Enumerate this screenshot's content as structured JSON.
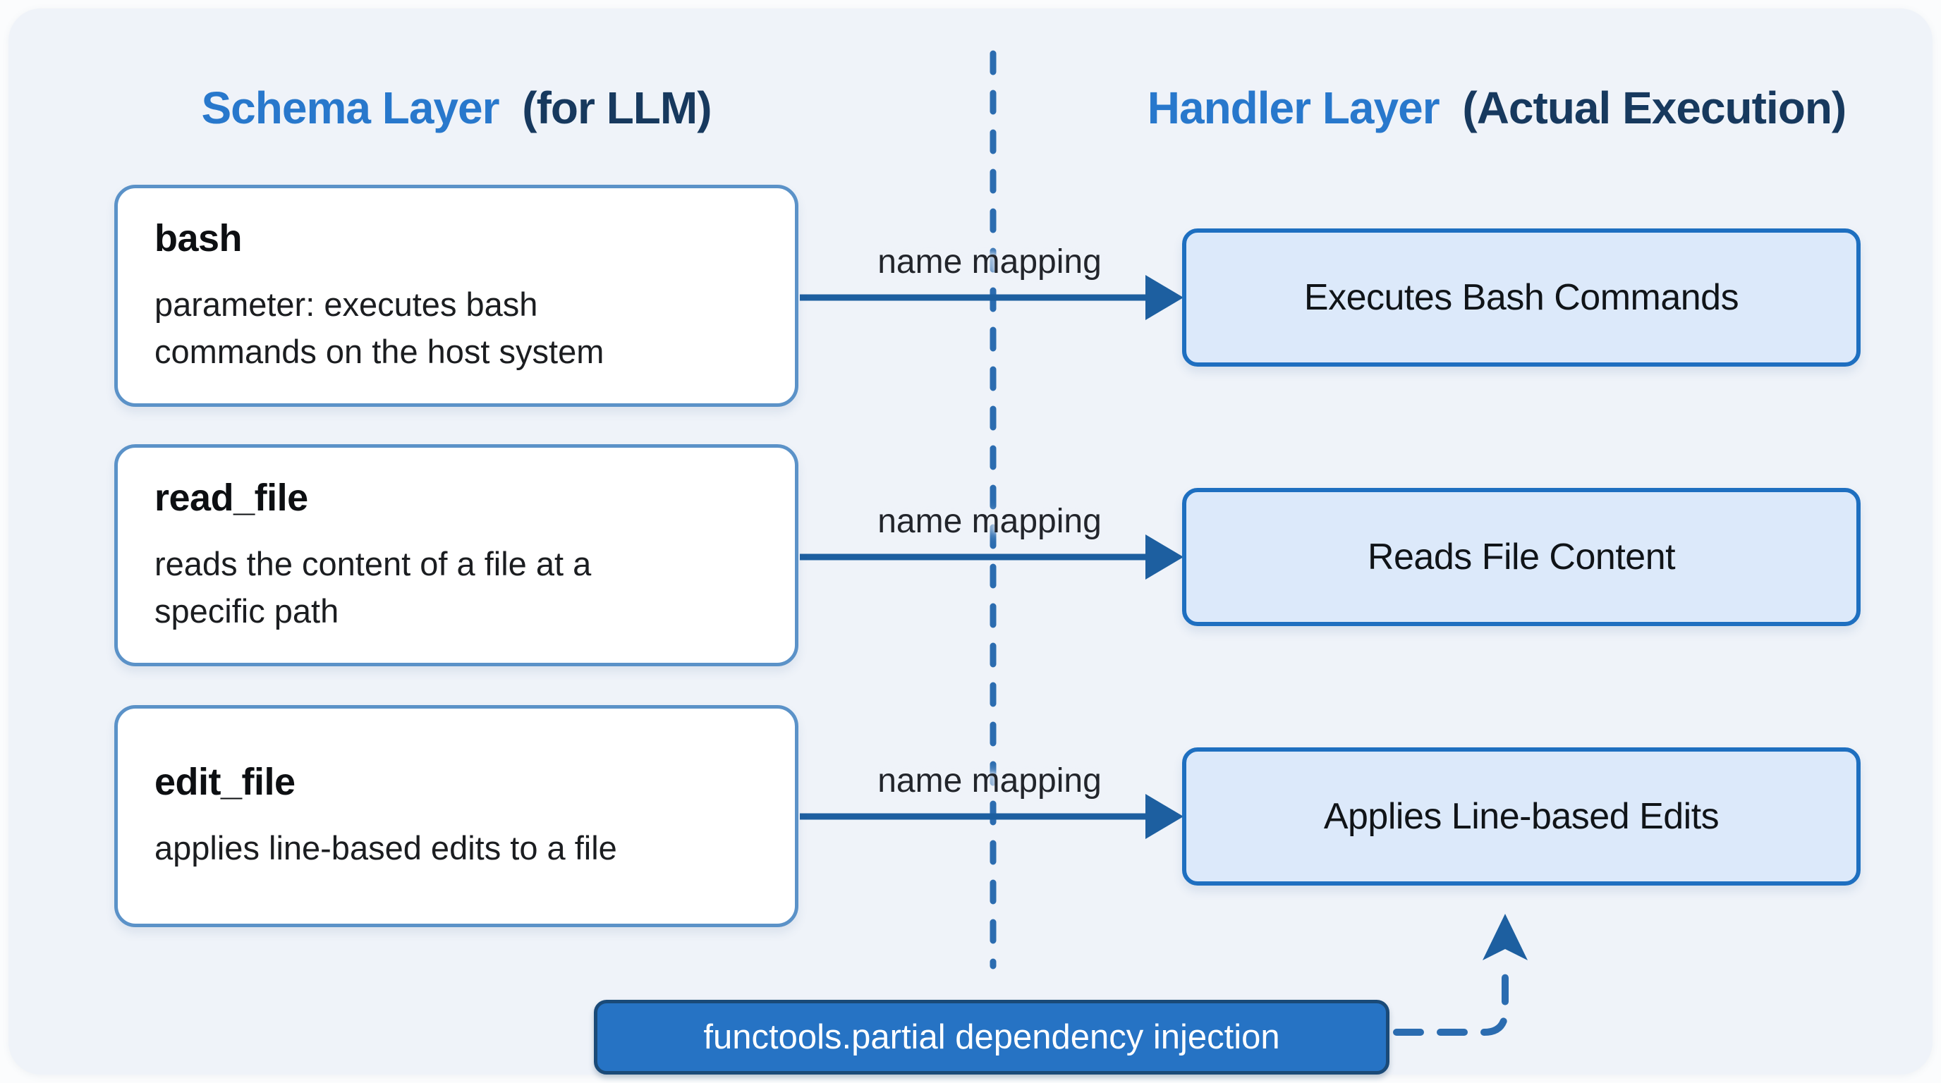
{
  "schema_layer": {
    "title_main": "Schema Layer",
    "title_suffix": "(for LLM)",
    "boxes": [
      {
        "name": "bash",
        "desc": [
          "parameter: executes bash",
          "commands on the host system"
        ]
      },
      {
        "name": "read_file",
        "desc": [
          "reads the content of a file at a",
          "specific path"
        ]
      },
      {
        "name": "edit_file",
        "desc": [
          "applies line-based edits to a file"
        ]
      }
    ]
  },
  "handler_layer": {
    "title_main": "Handler Layer",
    "title_suffix": "(Actual Execution)",
    "boxes": [
      {
        "label": "Executes Bash Commands"
      },
      {
        "label": "Reads File Content"
      },
      {
        "label": "Applies Line-based Edits"
      }
    ]
  },
  "connections": [
    {
      "label": "name mapping"
    },
    {
      "label": "name mapping"
    },
    {
      "label": "name mapping"
    }
  ],
  "injection": {
    "label": "functools.partial dependency injection"
  },
  "colors": {
    "accent_blue": "#2878cc",
    "dark_navy": "#17395e",
    "schema_box_border": "#5b92c8",
    "handler_box_border": "#1e6fc0",
    "handler_box_fill": "#dce9fa",
    "arrow": "#1d5fa0",
    "dashed_divider": "#2b6cb0",
    "injection_fill": "#2673c4",
    "injection_border": "#1a4a78"
  }
}
